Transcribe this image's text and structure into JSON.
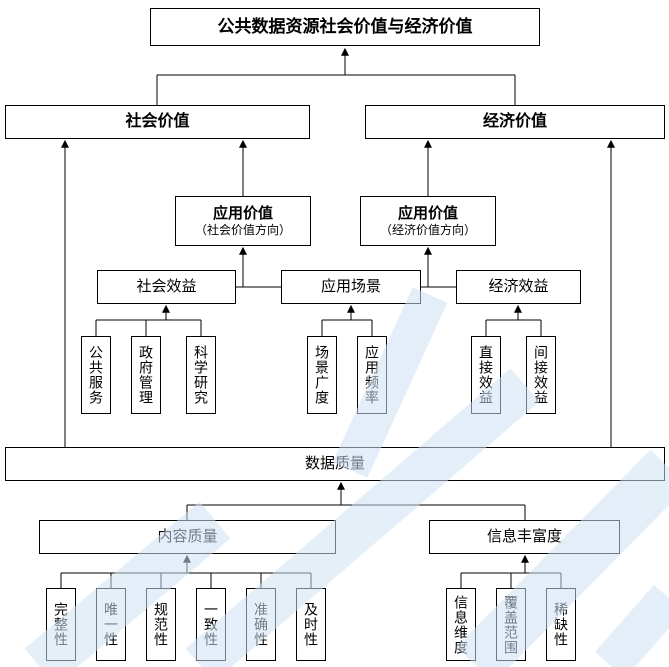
{
  "diagram": {
    "type": "hierarchy-flowchart",
    "direction": "bottom-up-arrows"
  },
  "nodes": {
    "root": "公共数据资源社会价值与经济价值",
    "social_value": "社会价值",
    "economic_value": "经济价值",
    "app_social_main": "应用价值",
    "app_social_sub": "（社会价值方向）",
    "app_economic_main": "应用价值",
    "app_economic_sub": "（经济价值方向）",
    "social_benefit": "社会效益",
    "application_scene": "应用场景",
    "economic_benefit": "经济效益",
    "public_service": "公共服务",
    "government_management": "政府管理",
    "scientific_research": "科学研究",
    "scene_breadth": "场景广度",
    "application_frequency": "应用频率",
    "direct_benefit": "直接效益",
    "indirect_benefit": "间接效益",
    "data_quality": "数据质量",
    "content_quality": "内容质量",
    "information_richness": "信息丰富度",
    "completeness": "完整性",
    "uniqueness": "唯一性",
    "normativity": "规范性",
    "consistency": "一致性",
    "accuracy": "准确性",
    "timeliness": "及时性",
    "information_dimension": "信息维度",
    "coverage_scope": "覆盖范围",
    "scarcity": "稀缺性"
  },
  "colors": {
    "box_border": "#000000",
    "line": "#000000",
    "watermark": "#cfe1f3",
    "background": "#ffffff"
  }
}
